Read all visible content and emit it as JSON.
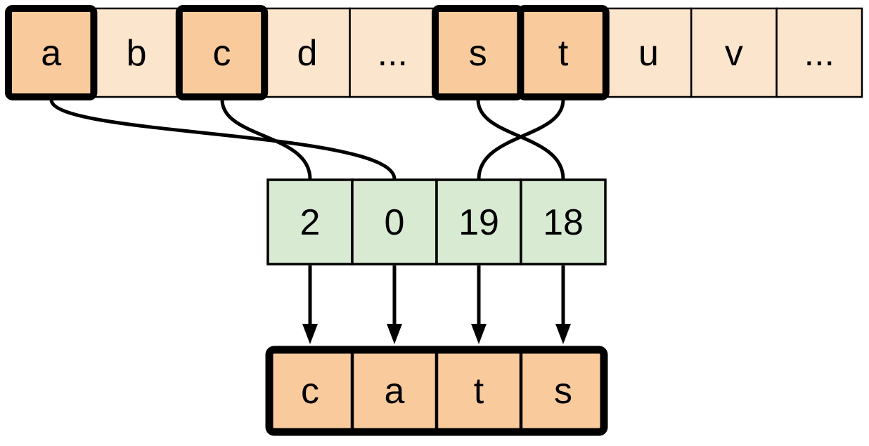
{
  "colors": {
    "highlight_fill": "#f9cb9c",
    "base_fill": "#fce5cd",
    "index_fill": "#d9ead3",
    "line": "#000000"
  },
  "alphabet_row": {
    "cells": [
      {
        "label": "a",
        "highlighted": true
      },
      {
        "label": "b",
        "highlighted": false
      },
      {
        "label": "c",
        "highlighted": true
      },
      {
        "label": "d",
        "highlighted": false
      },
      {
        "label": "...",
        "highlighted": false
      },
      {
        "label": "s",
        "highlighted": true
      },
      {
        "label": "t",
        "highlighted": true
      },
      {
        "label": "u",
        "highlighted": false
      },
      {
        "label": "v",
        "highlighted": false
      },
      {
        "label": "...",
        "highlighted": false
      }
    ]
  },
  "index_row": {
    "cells": [
      {
        "label": "2"
      },
      {
        "label": "0"
      },
      {
        "label": "19"
      },
      {
        "label": "18"
      }
    ]
  },
  "word_row": {
    "cells": [
      {
        "label": "c"
      },
      {
        "label": "a"
      },
      {
        "label": "t"
      },
      {
        "label": "s"
      }
    ]
  },
  "connections": [
    {
      "from": "a",
      "to": "0"
    },
    {
      "from": "c",
      "to": "2"
    },
    {
      "from": "s",
      "to": "18"
    },
    {
      "from": "t",
      "to": "19"
    }
  ]
}
